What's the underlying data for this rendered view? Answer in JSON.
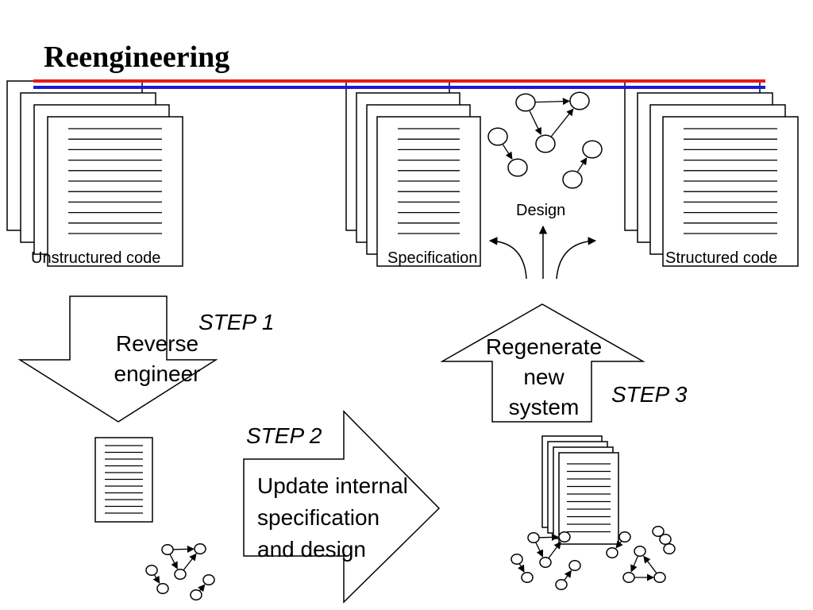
{
  "slide": {
    "title": "Reengineering",
    "labels": {
      "unstructured": "Unstructured code",
      "specification": "Specification",
      "structured": "Structured code",
      "design": "Design"
    },
    "steps": {
      "step1": "STEP 1",
      "step2": "STEP 2",
      "step3": "STEP 3"
    },
    "arrows": {
      "reverse_line1": "Reverse",
      "reverse_line2": "engineer",
      "update_line1": "Update internal",
      "update_line2": "specification",
      "update_line3": "and design",
      "regen_line1": "Regenerate",
      "regen_line2": "new",
      "regen_line3": "system"
    }
  },
  "colors": {
    "red_rule": "#e41a1a",
    "blue_rule": "#1a1ad8",
    "ink": "#000000"
  }
}
